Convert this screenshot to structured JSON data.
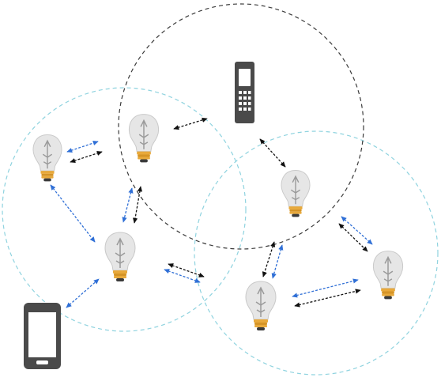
{
  "diagram": {
    "colors": {
      "range_black": "#3a3a3a",
      "range_blue": "#8fd3df",
      "link_black": "#111111",
      "link_blue": "#2f6fd6",
      "bulb_glass": "#e6e6e6",
      "bulb_filament": "#9a9a9a",
      "bulb_base": "#e8a93b",
      "device_body": "#4a4a4a",
      "device_screen": "#ffffff"
    },
    "devices": [
      {
        "id": "remote",
        "kind": "remote-control"
      },
      {
        "id": "phone",
        "kind": "smartphone"
      }
    ],
    "bulbs": [
      {
        "id": "bulb-1"
      },
      {
        "id": "bulb-2"
      },
      {
        "id": "bulb-3"
      },
      {
        "id": "bulb-4"
      },
      {
        "id": "bulb-5"
      },
      {
        "id": "bulb-6"
      }
    ],
    "ranges": [
      {
        "id": "range-remote",
        "style": "dashed-dark"
      },
      {
        "id": "range-left",
        "style": "dashed-light-blue"
      },
      {
        "id": "range-right",
        "style": "dashed-light-blue"
      }
    ],
    "links": [
      {
        "id": "link-1",
        "from": "bulb-1",
        "to": "bulb-2",
        "protocol": "dual"
      },
      {
        "id": "link-2",
        "from": "bulb-2",
        "to": "bulb-3",
        "protocol": "dual"
      },
      {
        "id": "link-3",
        "from": "bulb-1",
        "to": "bulb-3",
        "protocol": "blue"
      },
      {
        "id": "link-4",
        "from": "phone",
        "to": "bulb-3",
        "protocol": "blue"
      },
      {
        "id": "link-5",
        "from": "bulb-2",
        "to": "remote-range",
        "protocol": "black"
      },
      {
        "id": "link-6",
        "from": "remote-range",
        "to": "bulb-4",
        "protocol": "black"
      },
      {
        "id": "link-7",
        "from": "bulb-3",
        "to": "link-area",
        "protocol": "dual"
      },
      {
        "id": "link-8",
        "from": "bulb-4",
        "to": "bulb-5",
        "protocol": "dual"
      },
      {
        "id": "link-9",
        "from": "bulb-4",
        "to": "bulb-6",
        "protocol": "dual"
      },
      {
        "id": "link-10",
        "from": "bulb-6",
        "to": "bulb-5",
        "protocol": "dual"
      }
    ]
  }
}
